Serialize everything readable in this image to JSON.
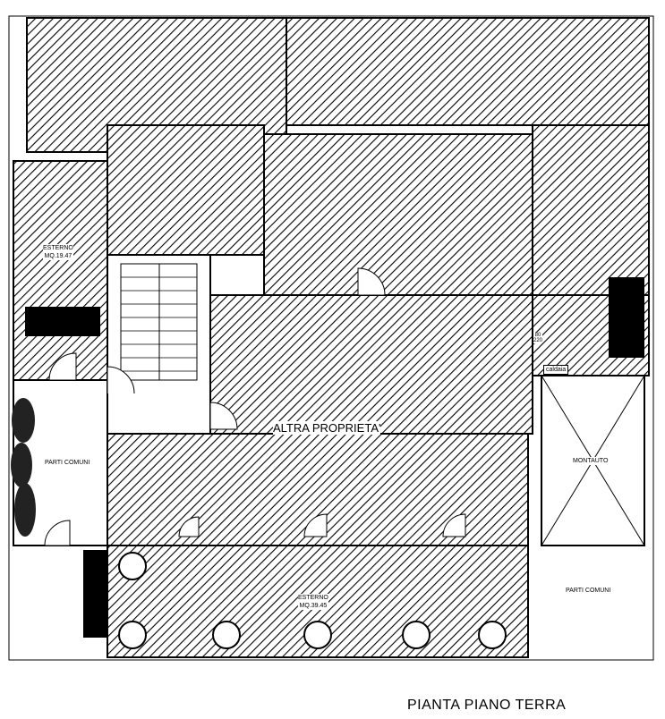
{
  "plan": {
    "title": "PIANTA  PIANO TERRA",
    "labels": {
      "esterno_top": "ESTERNO",
      "esterno_top_area": "MQ.19.47",
      "esterno_bottom": "ESTERNO",
      "esterno_bottom_area": "MQ.39.45",
      "altra_proprieta": "ALTRA PROPRIETA'",
      "parti_comuni_left": "PARTI COMUNI",
      "parti_comuni_right": "PARTI COMUNI",
      "montauto": "MONTAUTO",
      "caldaia": "caldaia"
    },
    "window_dims": [
      "80",
      "220"
    ]
  }
}
